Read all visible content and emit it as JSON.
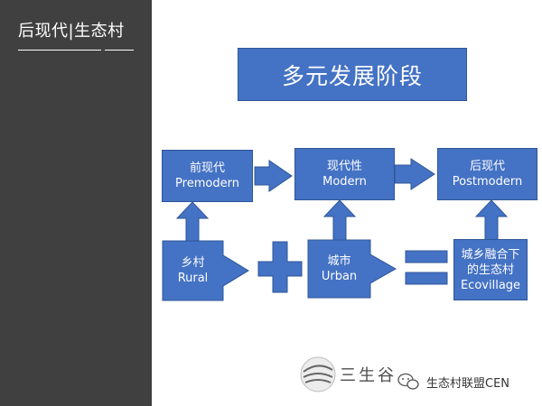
{
  "sidebar": {
    "title": "后现代|生态村"
  },
  "stage_title": "多元发展阶段",
  "top_row": [
    {
      "cn": "前现代",
      "en": "Premodern"
    },
    {
      "cn": "现代性",
      "en": "Modern"
    },
    {
      "cn": "后现代",
      "en": "Postmodern"
    }
  ],
  "bottom_row": [
    {
      "cn": "乡村",
      "en": "Rural"
    },
    {
      "cn": "城市",
      "en": "Urban"
    },
    {
      "cn": "城乡融合下",
      "cn2": "的生态村",
      "en": "Ecovillage"
    }
  ],
  "operators": [
    "plus-sign",
    "equals-sign"
  ],
  "footer": {
    "logo_text": "三生谷",
    "wechat_account": "生态村联盟CEN"
  },
  "colors": {
    "sidebar": "#404040",
    "box_fill": "#4472c4",
    "box_border": "#2f5597",
    "text_on_box": "#ffffff"
  }
}
